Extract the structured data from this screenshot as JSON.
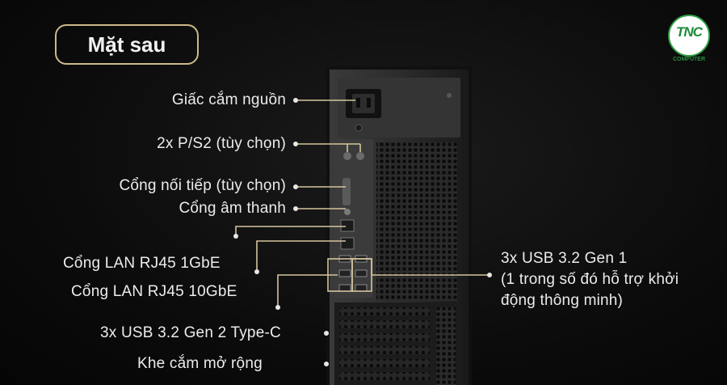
{
  "header": {
    "title": "Mặt sau"
  },
  "brand": {
    "logo_text": "TNC",
    "logo_sub": "COMPUTER",
    "accent": "#2f9e44"
  },
  "callouts": {
    "power": "Giấc cắm nguồn",
    "ps2": "2x P/S2 (tùy chọn)",
    "serial": "Cổng nối tiếp (tùy chọn)",
    "audio": "Cổng âm thanh",
    "lan1": "Cổng LAN RJ45 1GbE",
    "lan10": "Cổng LAN RJ45 10GbE",
    "usbc": "3x USB 3.2 Gen 2 Type-C",
    "expansion": "Khe cắm mở rộng",
    "usb_line1": "3x USB 3.2 Gen 1",
    "usb_line2": "(1 trong số đó hỗ trợ khởi",
    "usb_line3": "động thông minh)"
  },
  "colors": {
    "leader_line": "#d4c59c",
    "panel": "#1e1e1e",
    "text": "#ececec"
  }
}
